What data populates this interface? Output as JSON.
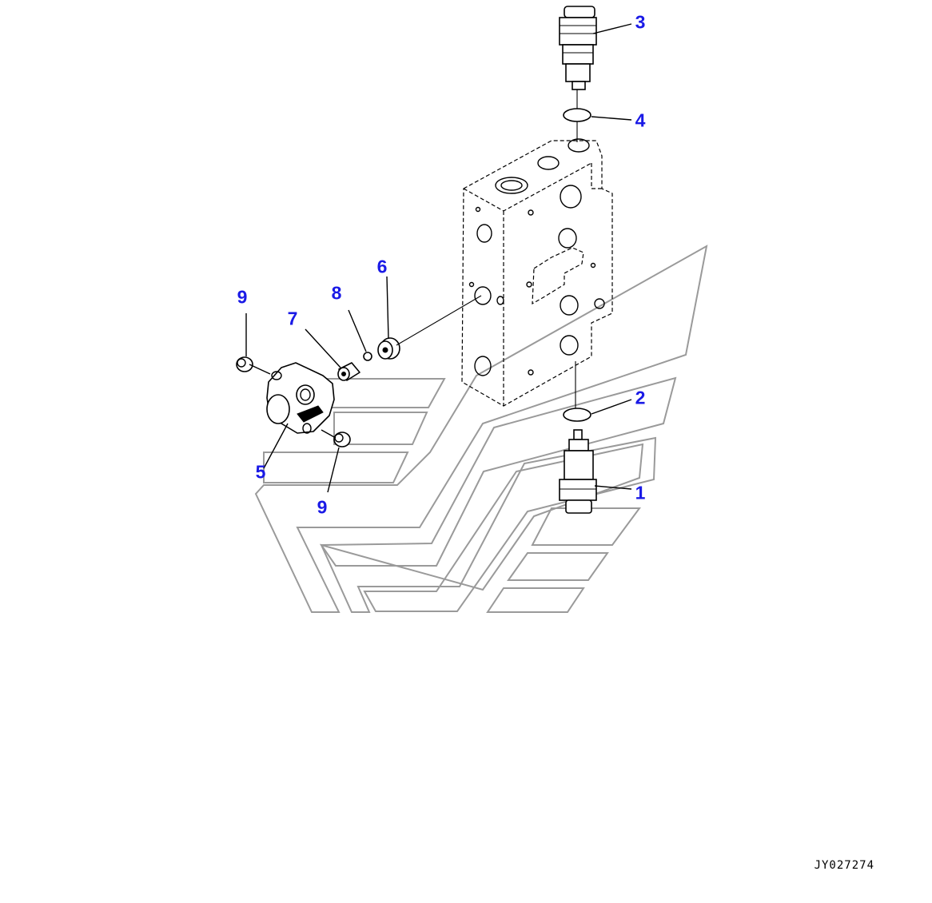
{
  "callouts": [
    {
      "id": "c3",
      "label": "3"
    },
    {
      "id": "c4",
      "label": "4"
    },
    {
      "id": "c6",
      "label": "6"
    },
    {
      "id": "c9a",
      "label": "9"
    },
    {
      "id": "c8",
      "label": "8"
    },
    {
      "id": "c7",
      "label": "7"
    },
    {
      "id": "c2",
      "label": "2"
    },
    {
      "id": "c1",
      "label": "1"
    },
    {
      "id": "c5",
      "label": "5"
    },
    {
      "id": "c9b",
      "label": "9"
    }
  ],
  "drawing_code": "JY027274",
  "colors": {
    "callout": "#1a1ae6",
    "line": "#000000",
    "watermark": "#9a9a9a",
    "background": "#ffffff"
  }
}
